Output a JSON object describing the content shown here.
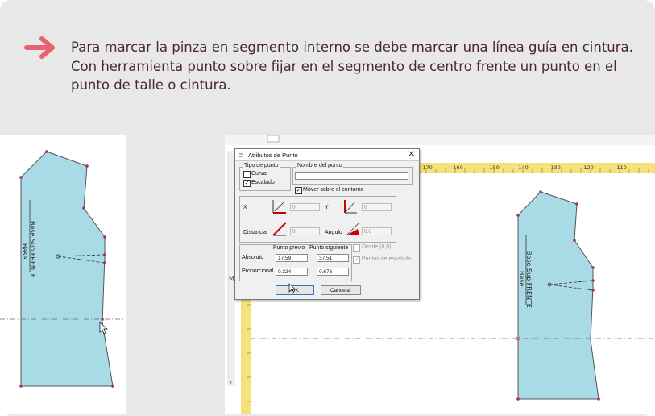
{
  "instructions": {
    "line1": "Para marcar la pinza en segmento interno se debe marcar una línea guía en cintura.",
    "line2": "Con herramienta punto sobre fijar en el segmento de centro frente un punto en el",
    "line3": "punto de talle o cintura."
  },
  "pattern": {
    "label1": "Base Sup FRENTE",
    "label2": "Base"
  },
  "ruler": {
    "ticks": [
      "-170",
      "-160",
      "-150",
      "-140",
      "-130",
      "-120",
      "-110"
    ]
  },
  "dialog": {
    "title": "Atributos de Punto",
    "close": "✕",
    "tipo_label": "Tipo de punto",
    "curva_label": "Curva",
    "escalado_label": "Escalado",
    "nombre_label": "Nombre del punto",
    "nombre_value": "",
    "mover_label": "Mover sobre el contorno",
    "x_label": "X",
    "x_value": "0",
    "y_label": "Y",
    "y_value": "0",
    "distancia_label": "Distancia",
    "distancia_value": "0",
    "angulo_label": "Angulo",
    "angulo_value": "0.0",
    "prev_label": "Punto previo",
    "next_label": "Punto siguiente",
    "absoluto_label": "Absoluto",
    "absoluto_prev": "17.59",
    "absoluto_next": "37.51",
    "proporcional_label": "Proporcional",
    "proporcional_prev": "0.324",
    "proporcional_next": "0.676",
    "desde_label": "Desde (0,0)",
    "puntos_label": "Puntos de escalado",
    "ok_label": "OK",
    "cancel_label": "Cancelar"
  },
  "colors": {
    "accent": "#e8636f",
    "pattern_fill": "#a9dbe6",
    "point": "#a0306a",
    "ruler": "#f5e27a"
  }
}
